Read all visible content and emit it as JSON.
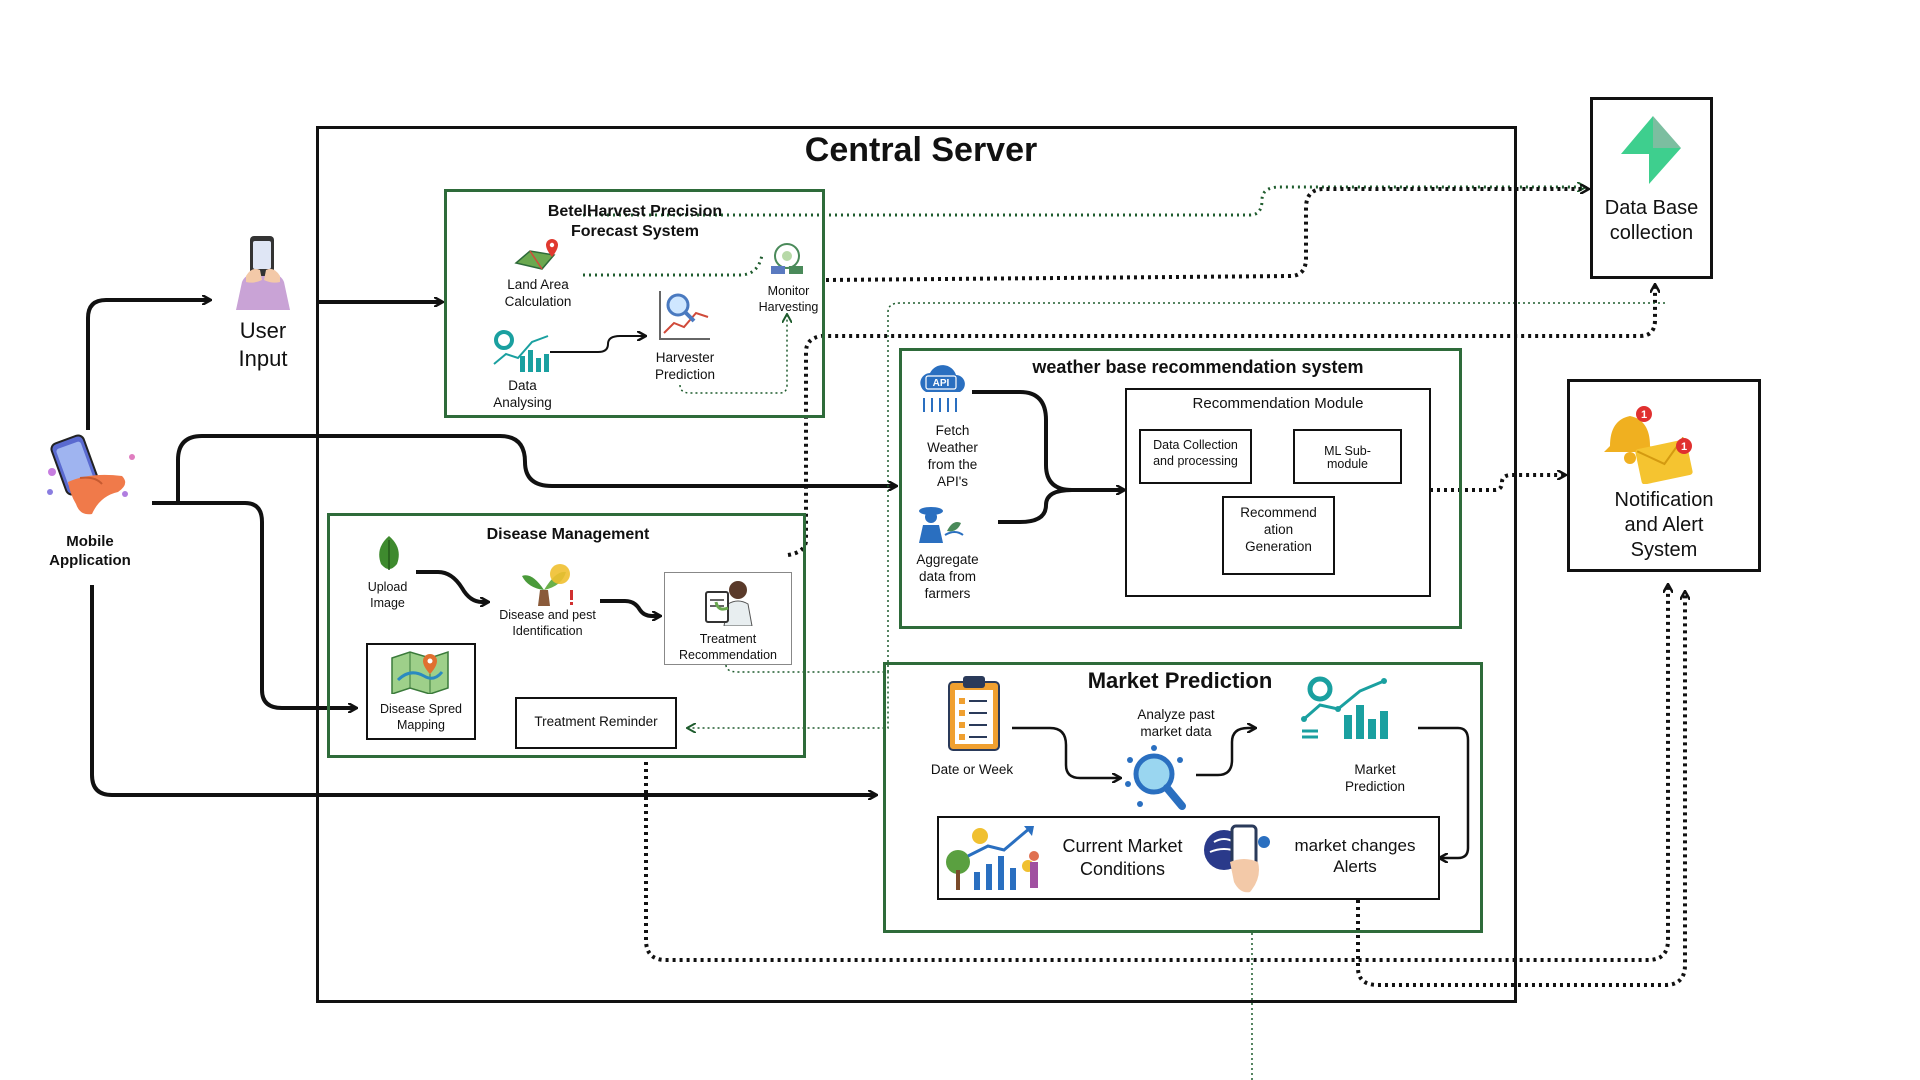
{
  "central": {
    "title": "Central Server"
  },
  "mobile_app": {
    "label_line1": "Mobile",
    "label_line2": "Application",
    "icon": "phone-hand-icon"
  },
  "user_input": {
    "label_line1": "User",
    "label_line2": "Input",
    "icon": "user-phone-icon"
  },
  "betel": {
    "title_line1": "BetelHarvest Precision",
    "title_line2": "Forecast System",
    "land_area_line1": "Land Area",
    "land_area_line2": "Calculation",
    "monitor_line1": "Monitor",
    "monitor_line2": "Harvesting",
    "data_analysing_line1": "Data",
    "data_analysing_line2": "Analysing",
    "harvester_line1": "Harvester",
    "harvester_line2": "Prediction"
  },
  "weather": {
    "title": "weather base recommendation system",
    "fetch_line1": "Fetch",
    "fetch_line2": "Weather",
    "fetch_line3": "from the",
    "fetch_line4": "API's",
    "api_badge": "API",
    "aggregate_line1": "Aggregate",
    "aggregate_line2": "data from",
    "aggregate_line3": "farmers",
    "module_title": "Recommendation Module",
    "data_collection_line1": "Data Collection",
    "data_collection_line2": "and processing",
    "ml_line1": "ML Sub-",
    "ml_line2": "module",
    "recommend_line1": "Recommend",
    "recommend_line2": "ation",
    "recommend_line3": "Generation"
  },
  "disease": {
    "title": "Disease Management",
    "upload_line1": "Upload",
    "upload_line2": "Image",
    "identify_line1": "Disease and pest",
    "identify_line2": "Identification",
    "treatment_line1": "Treatment",
    "treatment_line2": "Recommendation",
    "spread_line1": "Disease Spred",
    "spread_line2": "Mapping",
    "reminder": "Treatment Reminder"
  },
  "market": {
    "title": "Market Prediction",
    "date_week": "Date or Week",
    "analyze_line1": "Analyze past",
    "analyze_line2": "market data",
    "prediction_line1": "Market",
    "prediction_line2": "Prediction",
    "current_line1": "Current Market",
    "current_line2": "Conditions",
    "alerts_line1": "market changes",
    "alerts_line2": "Alerts"
  },
  "database": {
    "label_line1": "Data Base",
    "label_line2": "collection",
    "icon": "supabase-bolt-icon",
    "color": "#3ecf8e"
  },
  "notification": {
    "label_line1": "Notification",
    "label_line2": "and Alert",
    "label_line3": "System",
    "icon": "bell-envelope-icon",
    "badge_count": "1"
  },
  "colors": {
    "green_border": "#2e6b3a",
    "dotted_green": "#1f5c2e",
    "black": "#111111"
  }
}
